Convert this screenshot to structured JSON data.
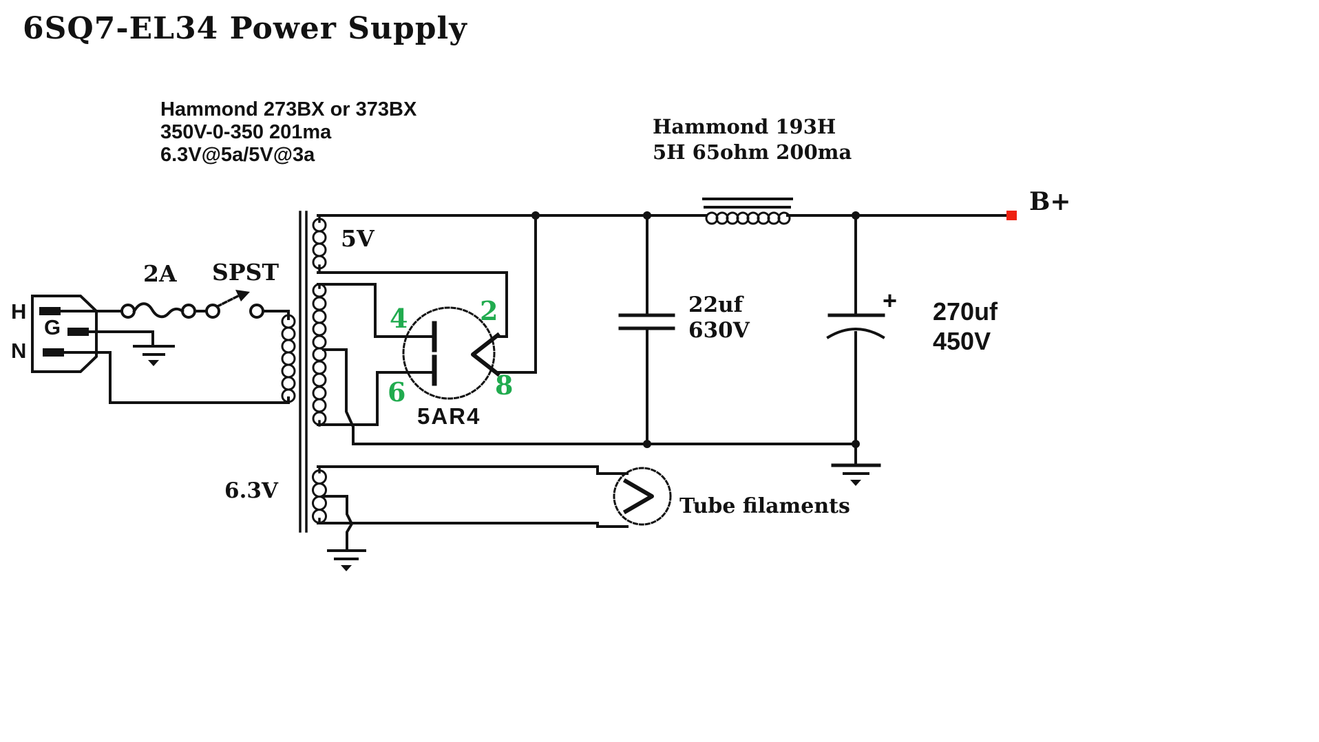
{
  "title": "6SQ7-EL34 Power Supply",
  "transformer": {
    "line1": "Hammond 273BX or 373BX",
    "line2": "350V-0-350 201ma",
    "line3": "6.3V@5a/5V@3a",
    "winding_5v_label": "5V",
    "winding_6v3_label": "6.3V"
  },
  "choke": {
    "line1": "Hammond 193H",
    "line2": "5H 65ohm 200ma"
  },
  "mains": {
    "fuse_label": "2A",
    "switch_label": "SPST",
    "plug_hot": "H",
    "plug_ground": "G",
    "plug_neutral": "N"
  },
  "rectifier": {
    "name": "5AR4",
    "pin_top_left": "4",
    "pin_top_right": "2",
    "pin_bottom_left": "6",
    "pin_bottom_right": "8"
  },
  "capacitors": {
    "c1_value": "22uf",
    "c1_voltage": "630V",
    "c2_value": "270uf",
    "c2_voltage": "450V",
    "c2_polarity": "+"
  },
  "output": {
    "label": "B+"
  },
  "filaments": {
    "label": "Tube filaments"
  },
  "colors": {
    "wire": "#121212",
    "pin_green": "#21ab4f",
    "terminal_red": "#ee2211"
  }
}
